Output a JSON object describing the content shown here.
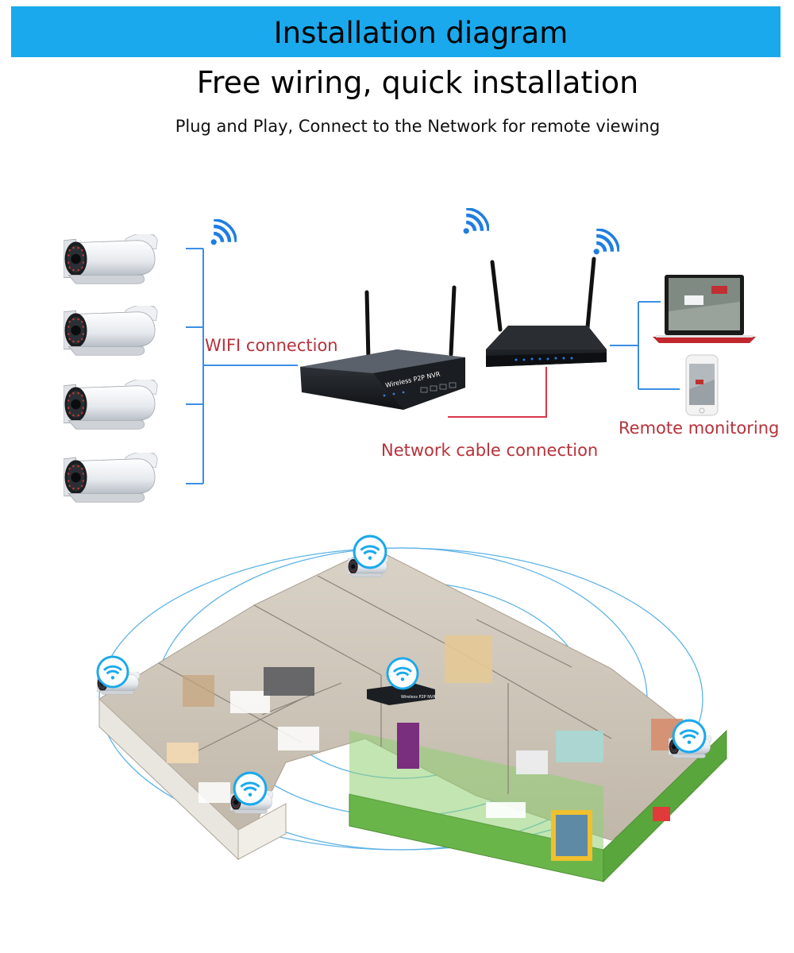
{
  "header": {
    "title": "Installation diagram",
    "subtitle": "Free wiring, quick installation",
    "tagline": "Plug and Play, Connect to the Network for remote viewing"
  },
  "labels": {
    "wifi": "WIFI connection",
    "cable": "Network cable connection",
    "remote": "Remote monitoring"
  },
  "devices": {
    "nvr_brand": "Wireless P2P NVR",
    "nvr_small": "Wireless P2P NVR"
  },
  "colors": {
    "banner": "#1aa9ec",
    "wifi_blue": "#1f7ee0",
    "connector_blue": "#3b8ee6",
    "cable_red": "#d8364a",
    "label_red": "#b8323a"
  }
}
